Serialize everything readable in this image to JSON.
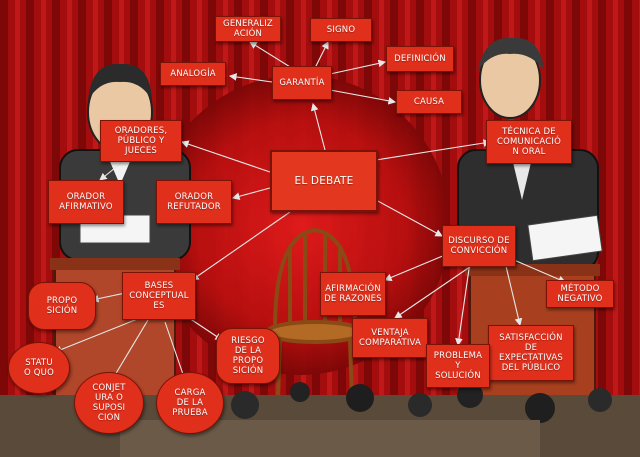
{
  "colors": {
    "node_fill": "#e0301c",
    "node_border": "#7a1208",
    "edge": "#e8e8e8",
    "curtain": "#a30d0d"
  },
  "illustration_icons": [
    "curtain",
    "spotlight",
    "debater-left",
    "debater-right",
    "podium",
    "chair",
    "microphones"
  ],
  "nodes": {
    "generalizacion": "GENERALIZ\nACIÓN",
    "signo": "SIGNO",
    "analogia": "ANALOGÍA",
    "garantia": "GARANTÍA",
    "definicion": "DEFINICIÓN",
    "causa": "CAUSA",
    "oradores": "ORADORES,\nPÚBLICO Y\nJUECES",
    "tecnica": "TÉCNICA DE\nCOMUNICACIÓ\nN ORAL",
    "debate": "EL DEBATE",
    "orador_afirmativo": "ORADOR\nAFIRMATIVO",
    "orador_refutador": "ORADOR\nREFUTADOR",
    "discurso": "DISCURSO DE\nCONVICCIÓN",
    "bases": "BASES\nCONCEPTUAL\nES",
    "afirmacion": "AFIRMACIÓN\nDE RAZONES",
    "metodo": "MÉTODO\nNEGATIVO",
    "proposicion": "PROPO\nSICIÓN",
    "riesgo": "RIESGO\nDE LA\nPROPO\nSICIÓN",
    "ventaja": "VENTAJA\nCOMPARATIVA",
    "satisfaccion": "SATISFACCIÓN\nDE\nEXPECTATIVAS\nDEL PÚBLICO",
    "statu_quo": "STATU\nO QUO",
    "conjetura": "CONJET\nURA O\nSUPOSI\nCION",
    "carga": "CARGA\nDE LA\nPRUEBA",
    "problema": "PROBLEMA\nY\nSOLUCIÓN"
  }
}
